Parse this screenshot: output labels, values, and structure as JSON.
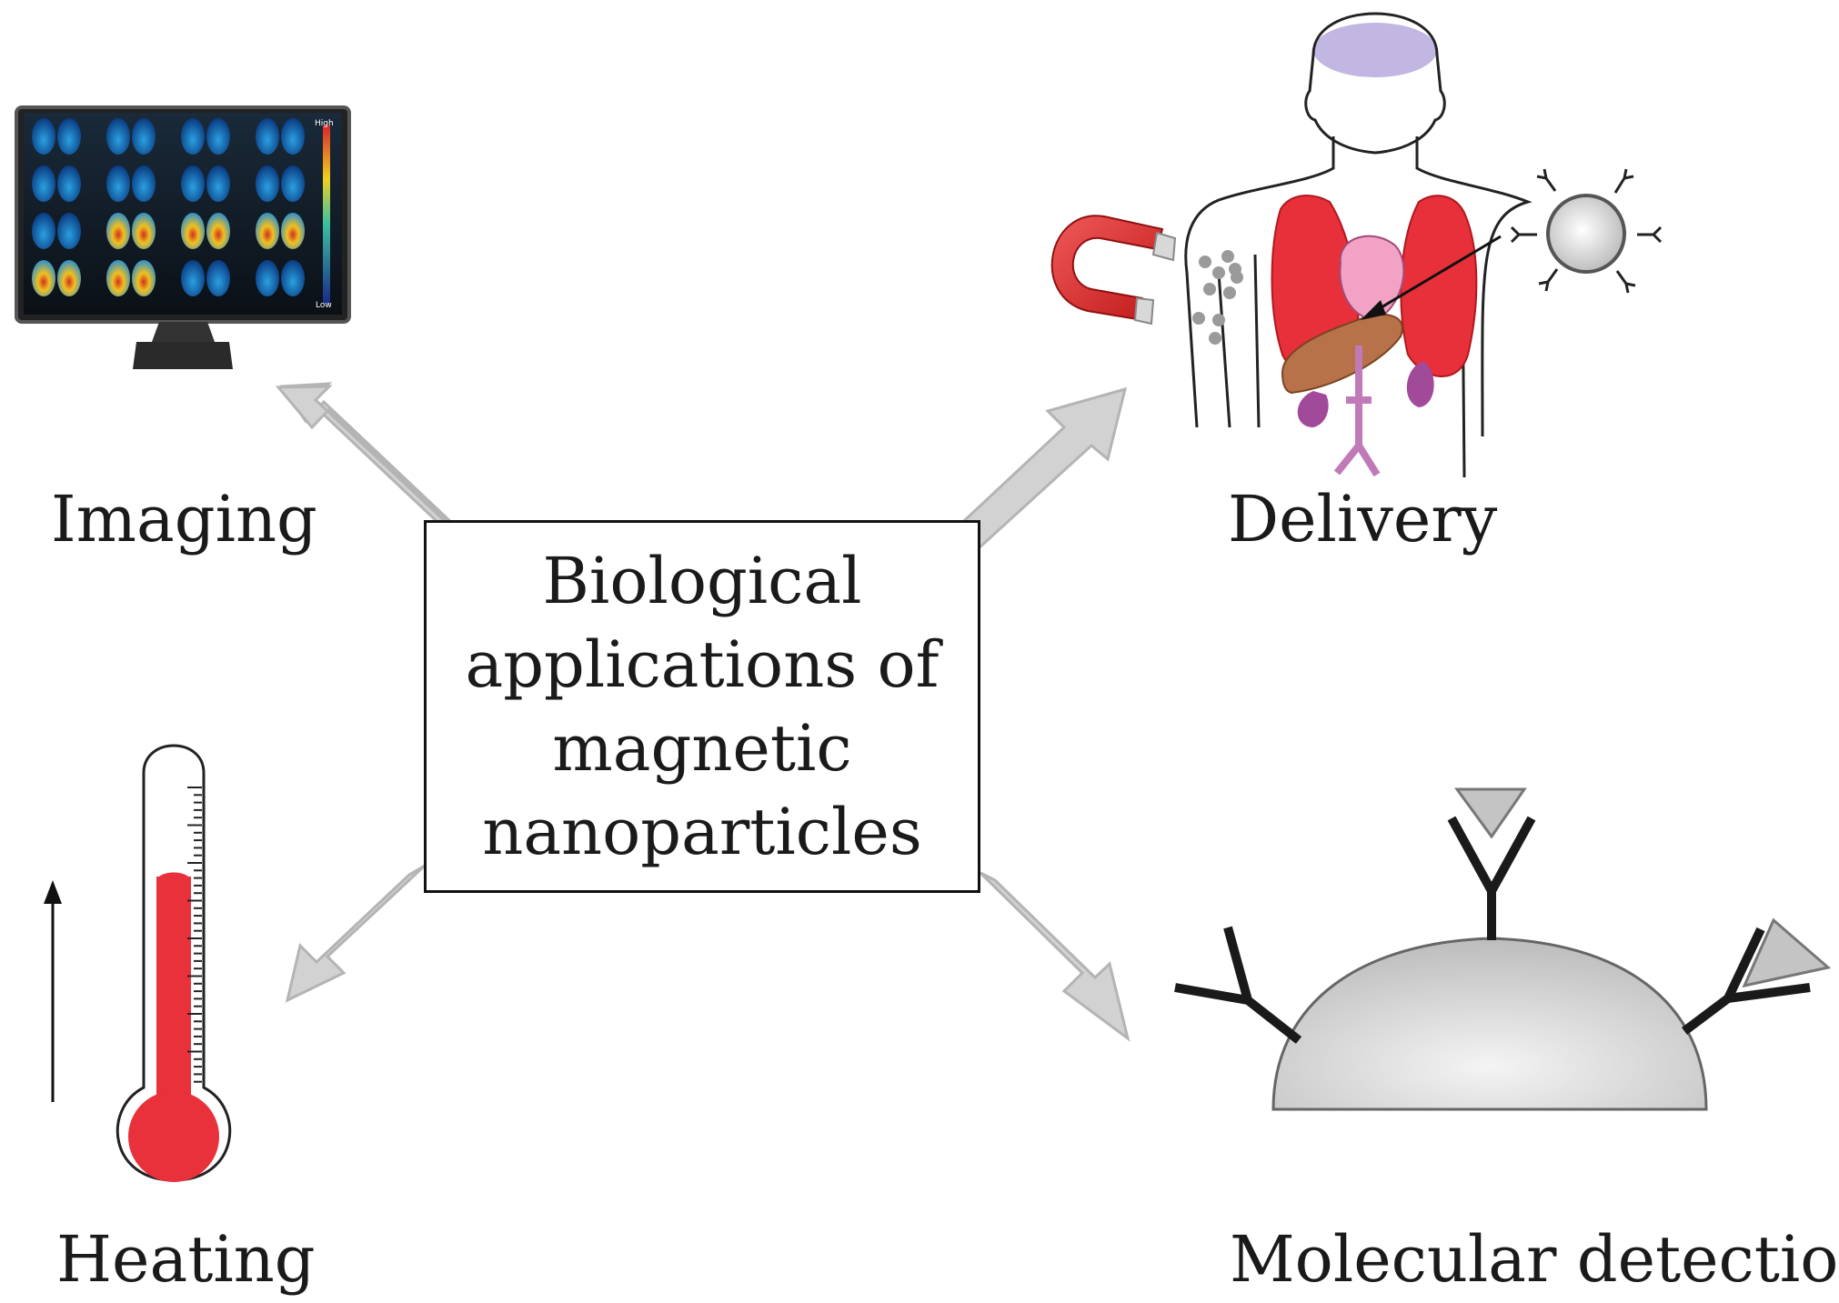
{
  "center": {
    "lines": [
      "Biological",
      "applications of",
      "magnetic",
      "nanoparticles"
    ]
  },
  "labels": {
    "imaging": "Imaging",
    "delivery": "Delivery",
    "heating": "Heating",
    "molecular_detection": "Molecular detection"
  },
  "monitor": {
    "scale_high": "High",
    "scale_low": "Low"
  },
  "colors": {
    "arrow_fill": "#d2d2d2",
    "arrow_stroke": "#b4b4b4",
    "thermo_red": "#e8313a",
    "lung_red": "#e8303a",
    "heart_pink": "#f2a2c4",
    "liver_brown": "#b8724a",
    "kidney_purple": "#a24a9a",
    "brain_lavender": "#c2b6e2",
    "sphere_gray": "#d9d9d9"
  },
  "icons": [
    "monitor-icon",
    "human-body-icon",
    "magnet-icon",
    "thermometer-icon",
    "up-arrow-icon",
    "nanoparticle-sphere-icon",
    "antibody-icon"
  ]
}
